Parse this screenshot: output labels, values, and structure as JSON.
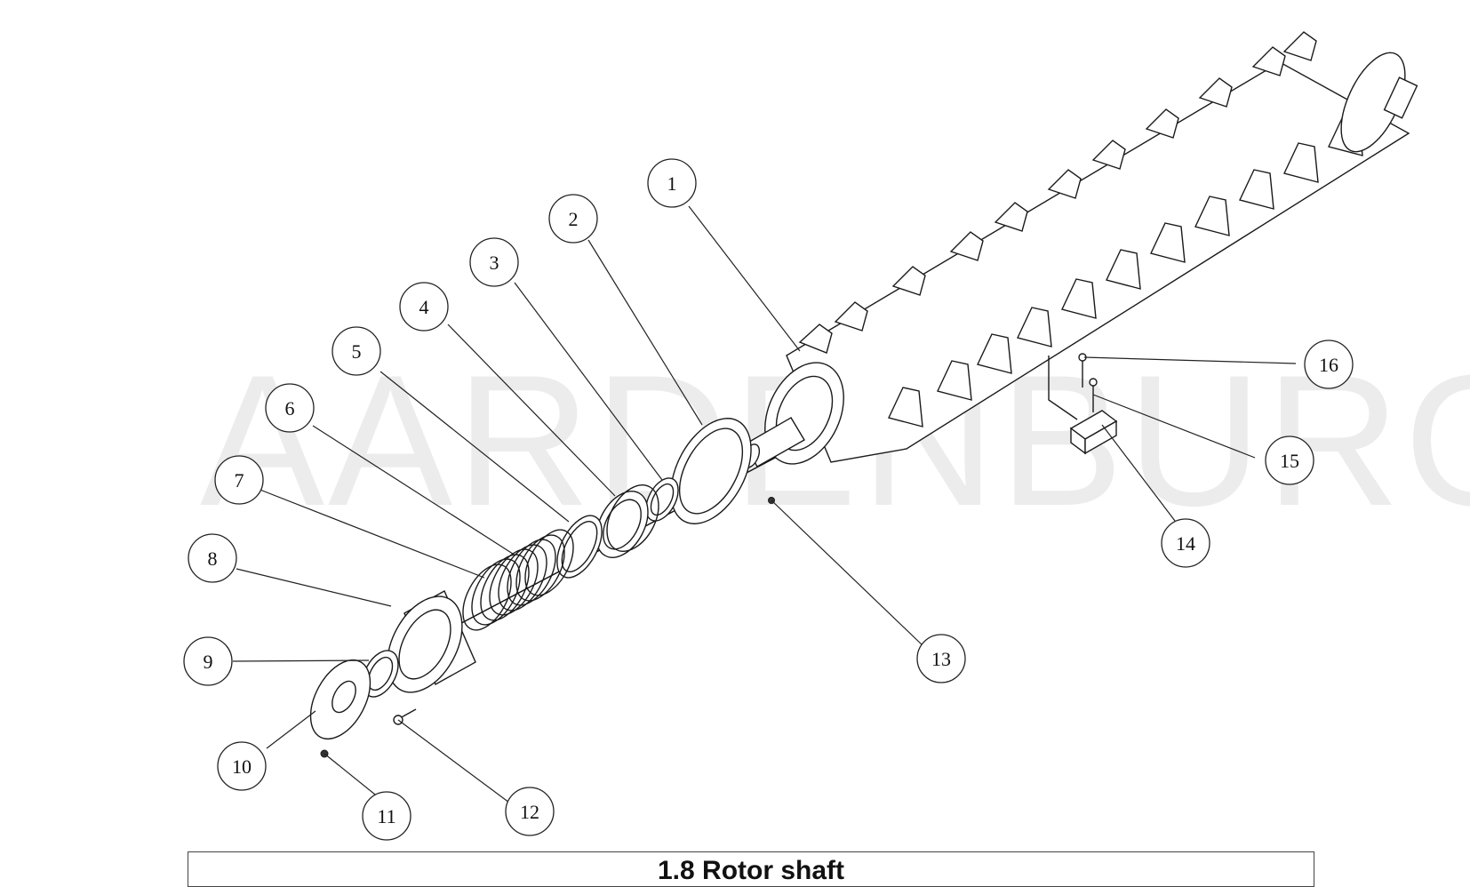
{
  "watermark": "AARDENBURG",
  "caption": "1.8 Rotor shaft",
  "callouts": [
    "1",
    "2",
    "3",
    "4",
    "5",
    "6",
    "7",
    "8",
    "9",
    "10",
    "11",
    "12",
    "13",
    "14",
    "15",
    "16"
  ]
}
